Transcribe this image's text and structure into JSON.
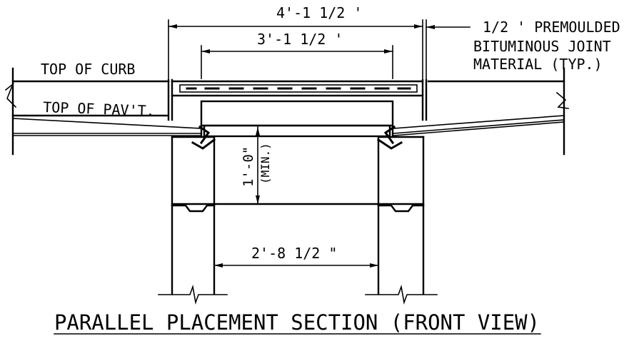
{
  "title": "PARALLEL PLACEMENT SECTION (FRONT VIEW)",
  "labels": {
    "top_of_curb": "TOP OF CURB",
    "top_of_pavement": "TOP OF PAV'T.",
    "joint_line1": "1/2 ' PREMOULDED",
    "joint_line2": "BITUMINOUS JOINT",
    "joint_line3": "MATERIAL (TYP.)"
  },
  "dimensions": {
    "overall_width": "4'-1 1/2 '",
    "inner_width": "3'-1 1/2 '",
    "depth": "1'-0\"",
    "depth_note": "(MIN.)",
    "opening_width": "2'-8 1/2 \""
  }
}
